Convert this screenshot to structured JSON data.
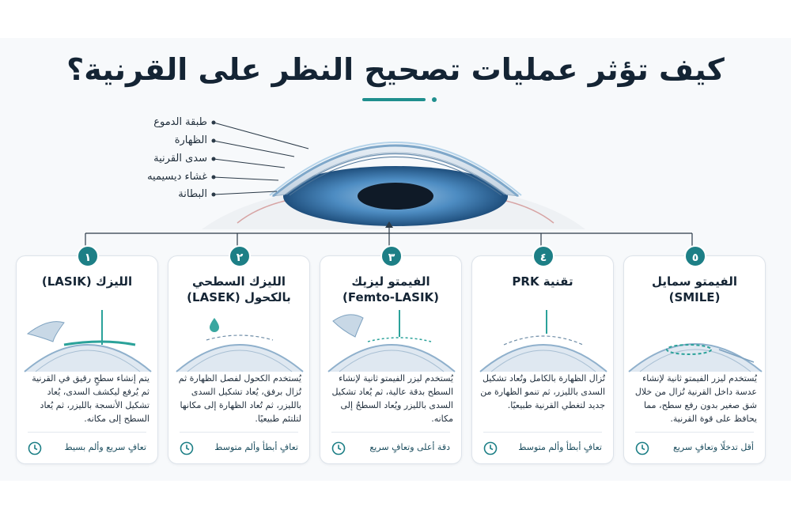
{
  "title": "كيف تؤثر عمليات تصحيح النظر على القرنية؟",
  "layers": [
    "طبقة الدموع",
    "الظهارة",
    "سدى القرنية",
    "غشاء ديسيميه",
    "البطانة"
  ],
  "procedures": [
    {
      "number": "١",
      "title": "الليزك (LASIK)",
      "description": "يتم إنشاء سطحٍ رقيق في القرنية ثم يُرفع ليكشف السدى، يُعاد تشكيل الأنسجة بالليزر، ثم يُعاد السطح إلى مكانه.",
      "footer": "تعافٍ سريع وألم بسيط",
      "illustration": "flap-lifted"
    },
    {
      "number": "٢",
      "title": "الليزك السطحي\nبالكحول (LASEK)",
      "description": "يُستخدم الكحول لفصل الظهارة ثم تُزال برفق، يُعاد تشكيل السدى بالليزر، ثم تُعاد الظهارة إلى مكانها لتلتئم طبيعيًا.",
      "footer": "تعافٍ أبطأ وألم متوسط",
      "illustration": "alcohol-drop"
    },
    {
      "number": "٣",
      "title": "الفيمتو ليزيك\n(Femto-LASIK)",
      "description": "يُستخدم ليزر الفيمتو ثانية لإنشاء السطح بدقة عالية، ثم يُعاد تشكيل السدى بالليزر ويُعاد السطحُ إلى مكانه.",
      "footer": "دقة أعلى وتعافٍ سريع",
      "illustration": "femto-flap"
    },
    {
      "number": "٤",
      "title": "تقنية PRK",
      "description": "تُزال الظهارة بالكامل وتُعاد تشكيل السدى بالليزر، ثم تنمو الظهارة من جديد لتغطي القرنية طبيعيًا.",
      "footer": "تعافٍ أبطأ وألم متوسط",
      "illustration": "surface-ablation"
    },
    {
      "number": "٥",
      "title": "الفيمتو سمايل\n(SMILE)",
      "description": "يُستخدم ليزر الفيمتو ثانية لإنشاء عدسة داخل القرنية تُزال من خلال شق صغير بدون رفع سطح، مما يحافظ على قوة القرنية.",
      "footer": "أقل تدخلًا وتعافٍ سريع",
      "illustration": "lenticule"
    }
  ],
  "colors": {
    "accent": "#1d7f86",
    "iris": "#3f7fb6",
    "cornea": "#cfdce8",
    "text": "#142434"
  },
  "icons": {
    "footer": "clock-icon"
  }
}
